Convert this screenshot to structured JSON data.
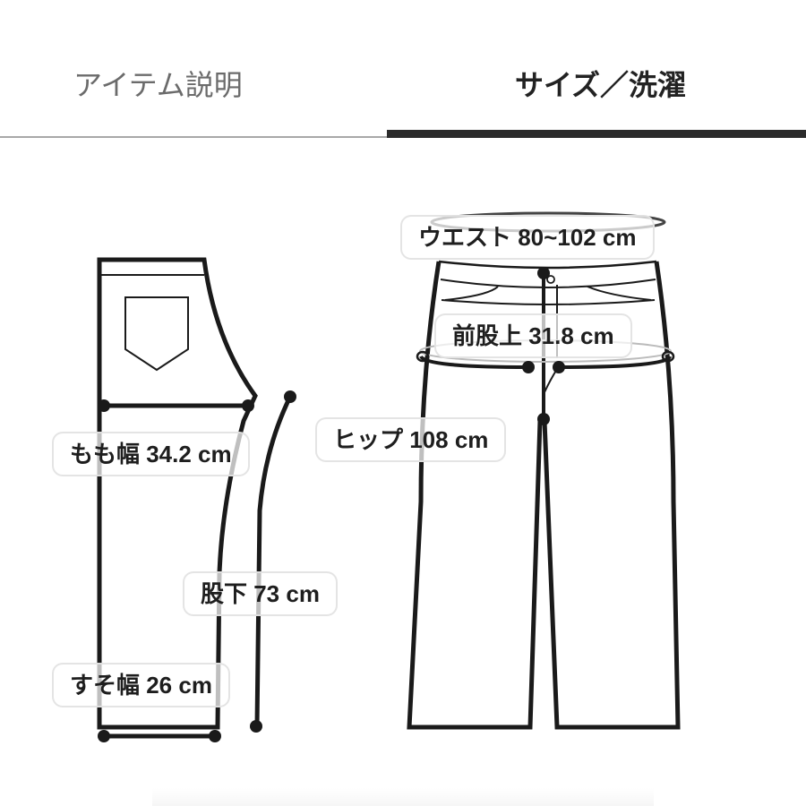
{
  "tabs": {
    "items": [
      {
        "label": "アイテム説明",
        "active": false
      },
      {
        "label": "サイズ／洗濯",
        "active": true
      }
    ]
  },
  "colors": {
    "active_tab_text": "#222222",
    "inactive_tab_text": "#6b6b6b",
    "active_indicator": "#2b2b2b",
    "inactive_indicator": "#a8a8a8",
    "line": "#1a1a1a"
  },
  "measurements": {
    "waist": {
      "name": "ウエスト",
      "value": "80~102 cm",
      "text": "ウエスト 80~102 cm"
    },
    "front_rise": {
      "name": "前股上",
      "value": "31.8 cm",
      "text": "前股上 31.8 cm"
    },
    "hip": {
      "name": "ヒップ",
      "value": "108 cm",
      "text": "ヒップ 108 cm"
    },
    "thigh_width": {
      "name": "もも幅",
      "value": "34.2 cm",
      "text": "もも幅 34.2 cm"
    },
    "inseam": {
      "name": "股下",
      "value": "73 cm",
      "text": "股下 73 cm"
    },
    "hem_width": {
      "name": "すそ幅",
      "value": "26 cm",
      "text": "すそ幅 26 cm"
    }
  },
  "diagram": {
    "side_view": "pants-side-view",
    "front_view": "pants-front-view"
  }
}
